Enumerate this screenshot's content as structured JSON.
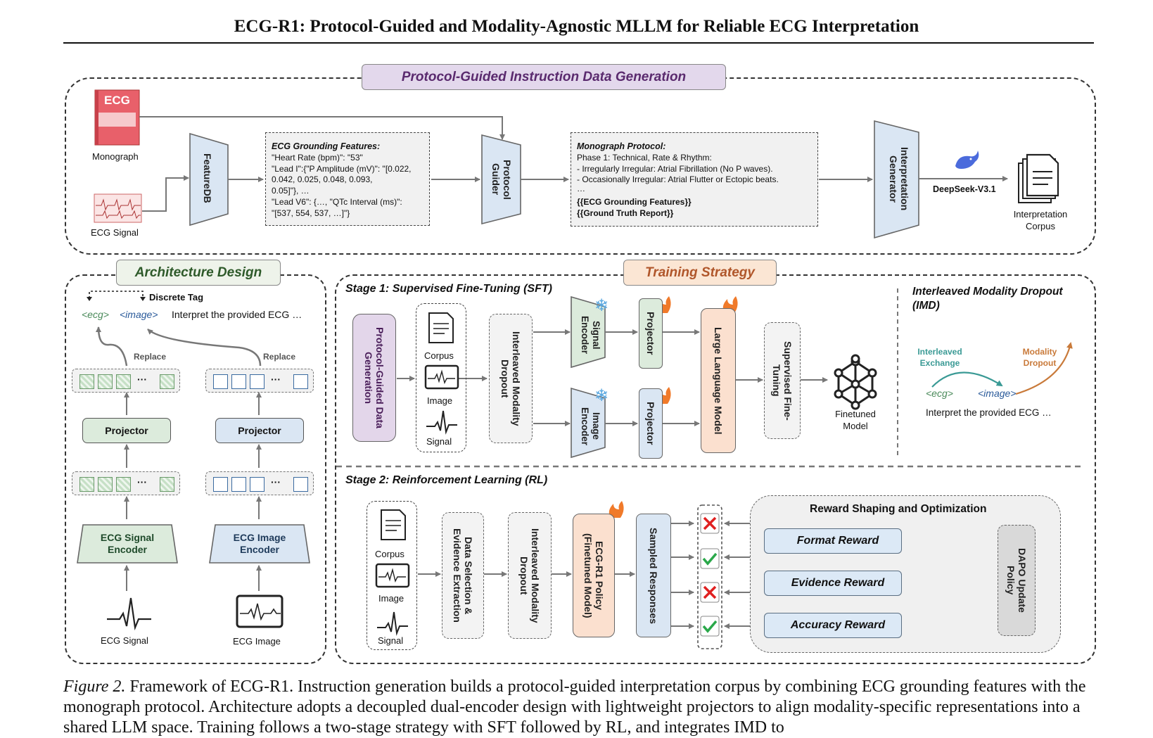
{
  "page_title": "ECG-R1: Protocol-Guided and Modality-Agnostic MLLM for Reliable ECG Interpretation",
  "top_section": {
    "title": "Protocol-Guided Instruction Data Generation",
    "monograph_label": "Monograph",
    "monograph_cover_text": "ECG",
    "ecg_signal_label": "ECG Signal",
    "featuredb": "FeatureDB",
    "grounding": {
      "heading": "ECG Grounding Features:",
      "lines": [
        "\"Heart Rate (bpm)\": \"53\"",
        "\"Lead I\":{\"P Amplitude (mV)\": \"[0.022,",
        "0.042, 0.025, 0.048, 0.093,",
        "0.05]\"}, …",
        "\"Lead V6\": {…, \"QTc Interval (ms)\":",
        "\"[537, 554, 537, …]\"}"
      ]
    },
    "protocol_guider": "Protocol Guider",
    "protocol": {
      "heading": "Monograph Protocol:",
      "lines": [
        "Phase 1: Technical, Rate & Rhythm:",
        "-   Irregularly Irregular: Atrial Fibrillation (No P waves).",
        "-   Occasionally Irregular: Atrial Flutter or Ectopic beats.",
        "…"
      ],
      "bold_lines": [
        "{{ECG Grounding Features}}",
        "{{Ground Truth Report}}"
      ]
    },
    "interpretation_generator": "Interpretation Generator",
    "deepseek": "DeepSeek-V3.1",
    "corpus_label": "Interpretation Corpus"
  },
  "architecture": {
    "title": "Architecture Design",
    "discrete_tag": "Discrete Tag",
    "ecg_tag": "<ecg>",
    "image_tag": "<image>",
    "prompt": "Interpret the provided ECG  …",
    "replace": "Replace",
    "ellipsis": "···",
    "projector": "Projector",
    "ecg_signal_encoder": "ECG Signal Encoder",
    "ecg_image_encoder": "ECG Image Encoder",
    "ecg_signal_label": "ECG Signal",
    "ecg_image_label": "ECG Image"
  },
  "training": {
    "title": "Training Strategy",
    "stage1": "Stage 1: Supervised Fine-Tuning (SFT)",
    "stage2": "Stage 2: Reinforcement Learning (RL)",
    "pgdg": "Protocol-Guided Data Generation",
    "corpus": "Corpus",
    "image": "Image",
    "signal": "Signal",
    "imd": "Interleaved Modality Dropout",
    "signal_encoder": "Signal Encoder",
    "image_encoder": "Image Encoder",
    "projector": "Projector",
    "llm": "Large Language Model",
    "sft": "Supervised Fine-Tuning",
    "finetuned_model": "Finetuned Model",
    "imd_panel": {
      "title": "Interleaved Modality Dropout (IMD)",
      "exchange": "Interleaved Exchange",
      "dropout": "Modality Dropout",
      "ecg_tag": "<ecg>",
      "image_tag": "<image>",
      "prompt": "Interpret the provided ECG  …"
    },
    "data_selection": "Data Selection & Evidence Extraction",
    "policy": "ECG-R1 Policy (Finetuned Model)",
    "sampled": "Sampled Responses",
    "reward_title": "Reward Shaping and Optimization",
    "format_reward": "Format Reward",
    "evidence_reward": "Evidence Reward",
    "accuracy_reward": "Accuracy Reward",
    "dapo": "DAPO Update Policy",
    "results": [
      "wrong",
      "correct",
      "wrong",
      "correct"
    ]
  },
  "caption": {
    "label": "Figure 2.",
    "text": "Framework of ECG-R1. Instruction generation builds a protocol-guided interpretation corpus by combining ECG grounding features with the monograph protocol. Architecture adopts a decoupled dual-encoder design with lightweight projectors to align modality-specific representations into a shared LLM space. Training follows a two-stage strategy with SFT followed by RL, and integrates IMD to"
  },
  "colors": {
    "blue_fill": "#dae6f3",
    "green_fill": "#dcebdc",
    "orange_fill": "#fbe0cf",
    "purple_fill": "#e3d6ea",
    "gray_fill": "#f0f0f0",
    "teal": "#3a9a95",
    "orange": "#c97a3a"
  }
}
